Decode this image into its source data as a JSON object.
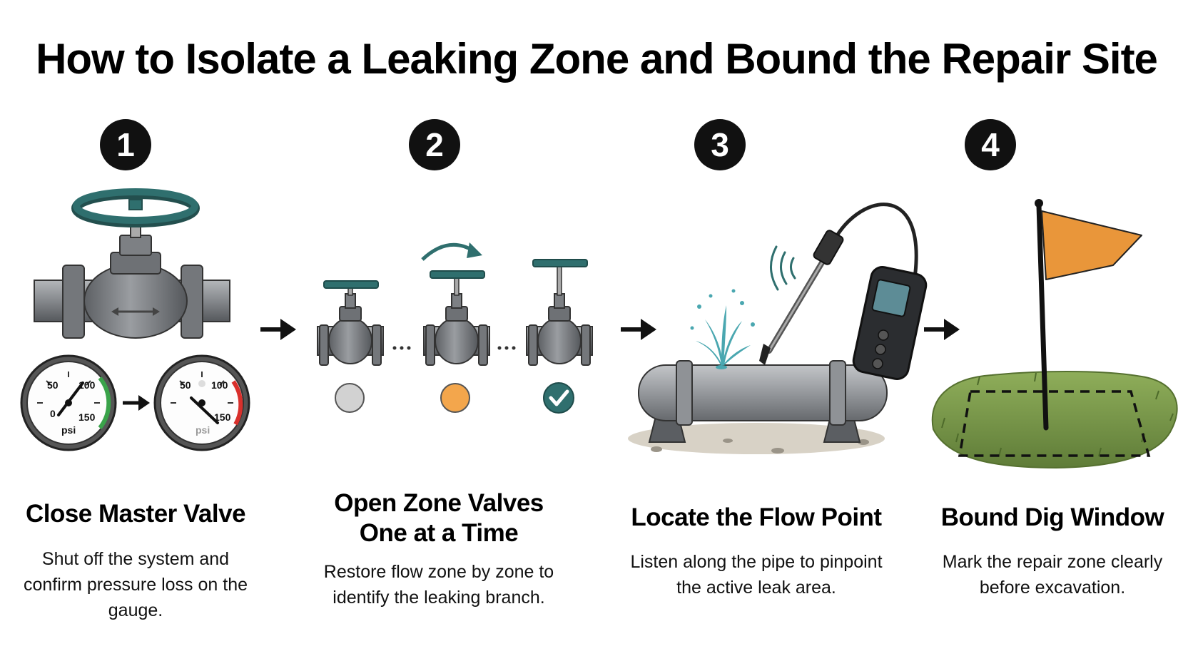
{
  "title": "How to Isolate a Leaking Zone and Bound the Repair Site",
  "steps": [
    {
      "number": "1",
      "title": "Close Master Valve",
      "description": "Shut off the system and confirm pressure loss on the gauge."
    },
    {
      "number": "2",
      "title": "Open Zone Valves One at a Time",
      "description": "Restore flow zone by zone to identify the leaking branch."
    },
    {
      "number": "3",
      "title": "Locate the Flow Point",
      "description": "Listen along the pipe to pinpoint the active leak area."
    },
    {
      "number": "4",
      "title": "Bound Dig Window",
      "description": "Mark the repair zone clearly before excavation."
    }
  ],
  "gauges": [
    {
      "unit": "psi",
      "ticks": [
        "0",
        "50",
        "100",
        "150"
      ]
    },
    {
      "unit": "psi",
      "ticks": [
        "50",
        "100",
        "150"
      ]
    }
  ],
  "icons": [
    "master-valve-icon",
    "pressure-gauge-icon",
    "zone-valve-icon",
    "rotate-arrow-icon",
    "status-dot-grey",
    "status-dot-orange",
    "check-circle-icon",
    "leaking-pipe-icon",
    "acoustic-listening-device-icon",
    "sound-wave-icon",
    "marker-flag-icon",
    "grass-patch-icon",
    "arrow-right-icon"
  ],
  "colors": {
    "pipe": "#8a8d91",
    "handwheel": "#2f6f6e",
    "water": "#4aa7b0",
    "flag": "#e9963a",
    "grass": "#7c9a4a",
    "dot_grey": "#d2d2d2",
    "dot_orange": "#f3a64c",
    "check": "#2f6f6e",
    "gauge_green": "#3aa34a",
    "gauge_red": "#d9302c"
  }
}
